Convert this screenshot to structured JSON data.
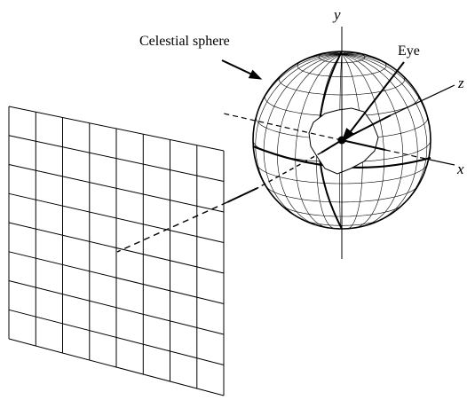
{
  "labels": {
    "celestial_sphere": "Celestial sphere",
    "eye": "Eye",
    "axis_y": "y",
    "axis_z": "z",
    "axis_x": "x"
  },
  "colors": {
    "ink": "#000000",
    "background": "#ffffff"
  }
}
